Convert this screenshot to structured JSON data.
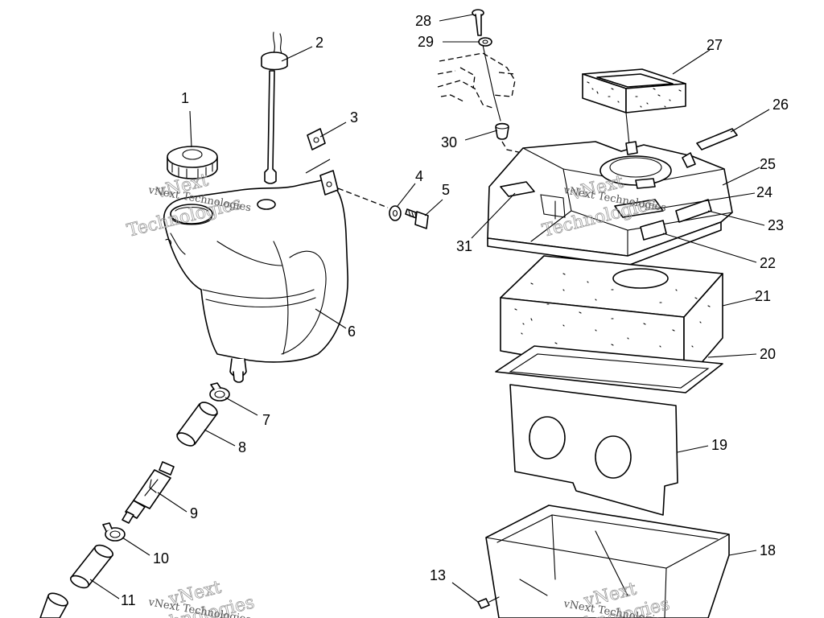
{
  "diagram": {
    "watermark": {
      "line1": "vNext",
      "line2": "Technologies",
      "caption": "vNext Technologies"
    },
    "labels": [
      "1",
      "2",
      "3",
      "4",
      "5",
      "6",
      "7",
      "8",
      "9",
      "10",
      "11",
      "13",
      "18",
      "19",
      "20",
      "21",
      "22",
      "23",
      "24",
      "25",
      "26",
      "27",
      "28",
      "29",
      "30",
      "31"
    ],
    "colors": {
      "line": "#000000",
      "background": "#ffffff",
      "watermark": "#9a9a9a"
    }
  }
}
